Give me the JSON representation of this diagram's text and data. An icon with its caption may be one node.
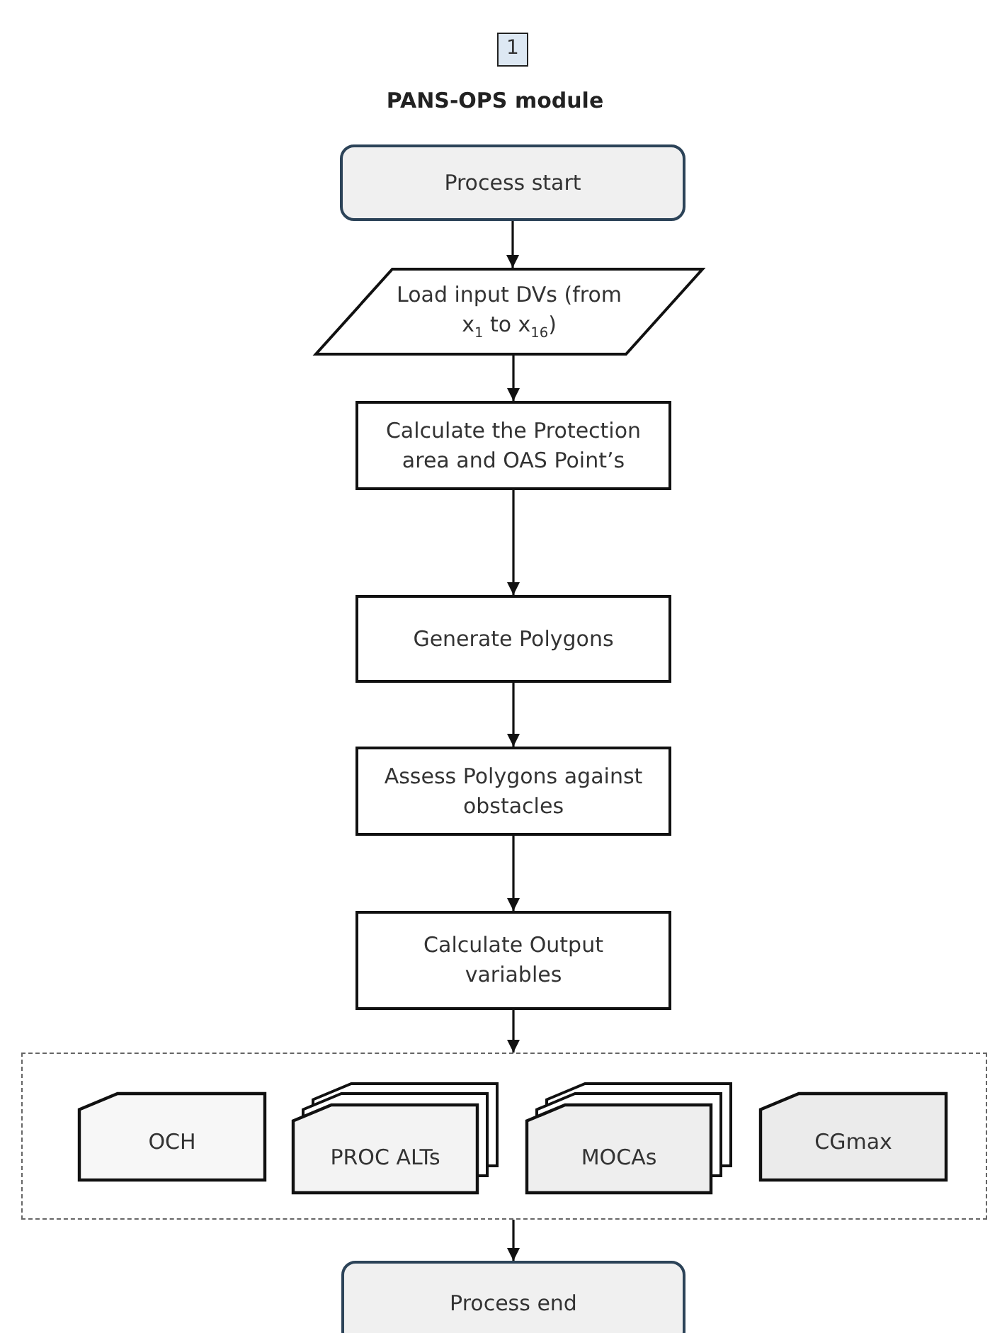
{
  "diagram": {
    "title": "PANS-OPS module",
    "nodes": [
      {
        "text": [
          "1"
        ]
      },
      {
        "text": [
          "Process start"
        ]
      },
      {
        "text": [
          "Load input DVs (from x$_{1}$ to x$_{16}$)"
        ]
      },
      {
        "text": [
          "Calculate the Protection area and OAS Point’s"
        ]
      },
      {
        "text": [
          "Generate Polygons"
        ]
      },
      {
        "text": [
          "Assess Polygons against obstacles"
        ]
      },
      {
        "text": [
          "Calculate Output variables"
        ]
      },
      {
        "text": [],
        "shape": "box"
      },
      {
        "text": [
          "OCH"
        ],
        "in": 7
      },
      {
        "text": [
          "PROC ALTs"
        ],
        "in": 7
      },
      {
        "text": [
          "MOCAs"
        ],
        "in": 7
      },
      {
        "text": [
          "CGmax"
        ],
        "in": 7
      },
      {
        "text": [
          "Process end"
        ]
      }
    ],
    "edges": [
      {
        "from": 1,
        "to": 2,
        "arrow": "to"
      },
      {
        "from": 2,
        "to": 3,
        "arrow": "to"
      },
      {
        "from": 3,
        "to": 4,
        "arrow": "to"
      },
      {
        "from": 4,
        "to": 5,
        "arrow": "to"
      },
      {
        "from": 5,
        "to": 6,
        "arrow": "to"
      },
      {
        "from": 6,
        "to": 7,
        "arrow": "to"
      },
      {
        "from": 7,
        "to": 12,
        "arrow": "to"
      }
    ]
  }
}
